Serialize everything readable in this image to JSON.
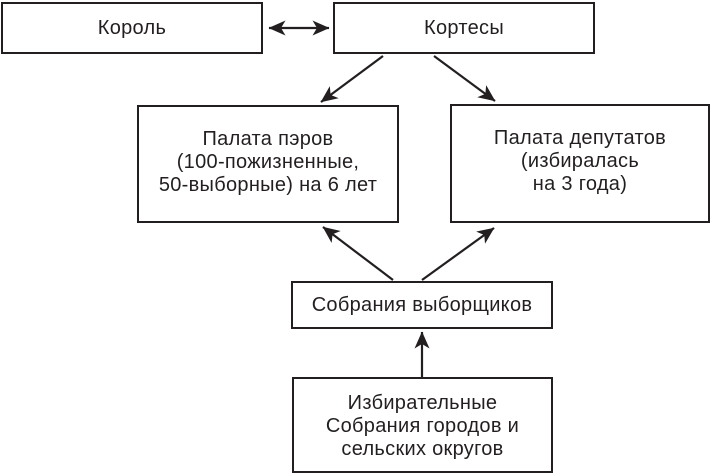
{
  "colors": {
    "background": "#ffffff",
    "line": "#231f20",
    "box_border": "#231f20",
    "box_fill": "#ffffff",
    "text": "#231f20"
  },
  "nodes": {
    "king": {
      "label": "Король"
    },
    "cortes": {
      "label": "Кортесы"
    },
    "peers": {
      "lines": [
        "Палата пэров",
        "(100-пожизненные,",
        "50-выборные) на 6 лет"
      ]
    },
    "deputies": {
      "lines": [
        "Палата депутатов",
        "(избиралась",
        "на 3 года)"
      ]
    },
    "electors": {
      "label": "Собрания выборщиков"
    },
    "electoral": {
      "lines": [
        "Избирательные",
        "Собрания городов и",
        "сельских округов"
      ]
    }
  },
  "edges": [
    {
      "name": "king-cortes",
      "from": "Король",
      "to": "Кортесы",
      "direction": "both"
    },
    {
      "name": "cortes-peers",
      "from": "Кортесы",
      "to": "Палата пэров",
      "direction": "to"
    },
    {
      "name": "cortes-deputies",
      "from": "Кортесы",
      "to": "Палата депутатов",
      "direction": "to"
    },
    {
      "name": "electors-peers",
      "from": "Собрания выборщиков",
      "to": "Палата пэров",
      "direction": "to"
    },
    {
      "name": "electors-deputies",
      "from": "Собрания выборщиков",
      "to": "Палата депутатов",
      "direction": "to"
    },
    {
      "name": "electoral-electors",
      "from": "Избирательные Собрания городов и сельских округов",
      "to": "Собрания выборщиков",
      "direction": "to"
    }
  ]
}
